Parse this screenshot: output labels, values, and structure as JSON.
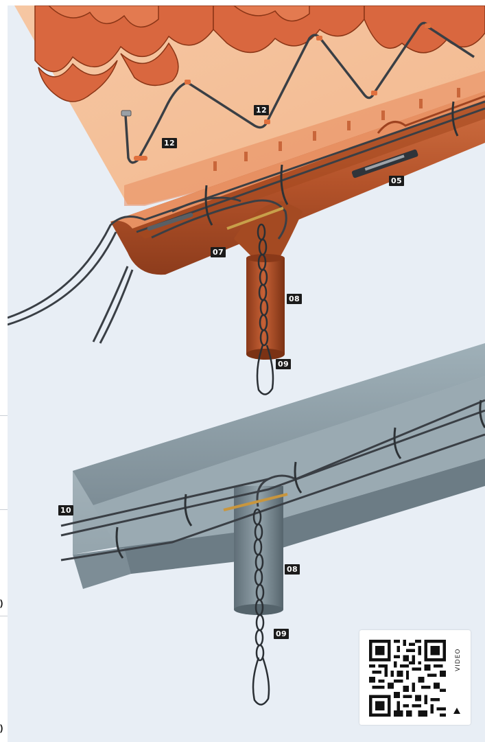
{
  "callouts": {
    "upper_right": "12",
    "upper_left": "12",
    "joint_box": "05",
    "end_seal": "07",
    "downpipe_upper": "08",
    "chain_upper": "09",
    "entry": "10",
    "downpipe_lower": "08",
    "chain_lower": "09"
  },
  "qr": {
    "label": "VIDEO",
    "play_icon": "triangle-up-icon"
  },
  "colors": {
    "background": "#e8eef5",
    "roof_tile": "#d9673f",
    "copper": "#b5552c",
    "steel_gutter": "#8a9aa2",
    "cable": "#3a3f45",
    "brass_clip": "#c8a04a",
    "callout_fill": "#1b1b1b"
  }
}
